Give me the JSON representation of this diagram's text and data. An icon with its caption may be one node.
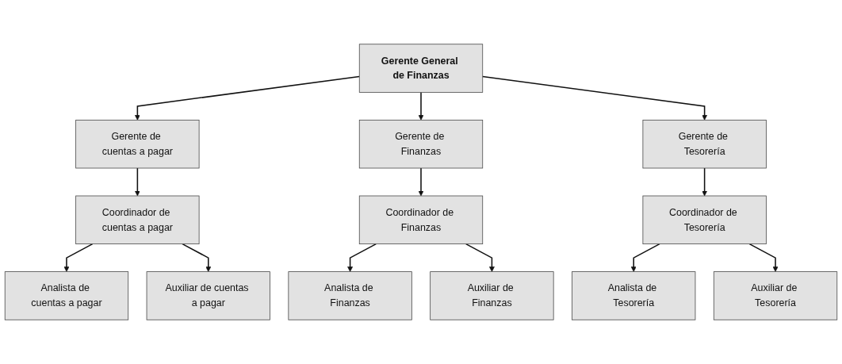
{
  "diagram": {
    "nodes": [
      {
        "text": [
          "Gerente General de Finanzas"
        ]
      },
      {
        "text": [
          "Gerente de cuentas a pagar"
        ]
      },
      {
        "text": [
          "Gerente de Finanzas"
        ]
      },
      {
        "text": [
          "Gerente de Tesorería"
        ]
      },
      {
        "text": [
          "Coordinador de cuentas a pagar"
        ]
      },
      {
        "text": [
          "Coordinador de Finanzas"
        ]
      },
      {
        "text": [
          "Coordinador de Tesorería"
        ]
      },
      {
        "text": [
          "Analista de cuentas a pagar"
        ]
      },
      {
        "text": [
          "Auxiliar de cuentas a pagar"
        ]
      },
      {
        "text": [
          "Analista de Finanzas"
        ]
      },
      {
        "text": [
          "Auxiliar de Finanzas"
        ]
      },
      {
        "text": [
          "Analista de Tesorería"
        ]
      },
      {
        "text": [
          "Auxiliar de Tesorería"
        ]
      }
    ],
    "edges": [
      {
        "from": 0,
        "to": 1,
        "arrow": "to"
      },
      {
        "from": 0,
        "to": 2,
        "arrow": "to"
      },
      {
        "from": 0,
        "to": 3,
        "arrow": "to"
      },
      {
        "from": 1,
        "to": 4,
        "arrow": "to"
      },
      {
        "from": 2,
        "to": 5,
        "arrow": "to"
      },
      {
        "from": 3,
        "to": 6,
        "arrow": "to"
      },
      {
        "from": 4,
        "to": 7,
        "arrow": "to"
      },
      {
        "from": 4,
        "to": 8,
        "arrow": "to"
      },
      {
        "from": 5,
        "to": 9,
        "arrow": "to"
      },
      {
        "from": 5,
        "to": 10,
        "arrow": "to"
      },
      {
        "from": 6,
        "to": 11,
        "arrow": "to"
      },
      {
        "from": 6,
        "to": 12,
        "arrow": "to"
      }
    ]
  }
}
